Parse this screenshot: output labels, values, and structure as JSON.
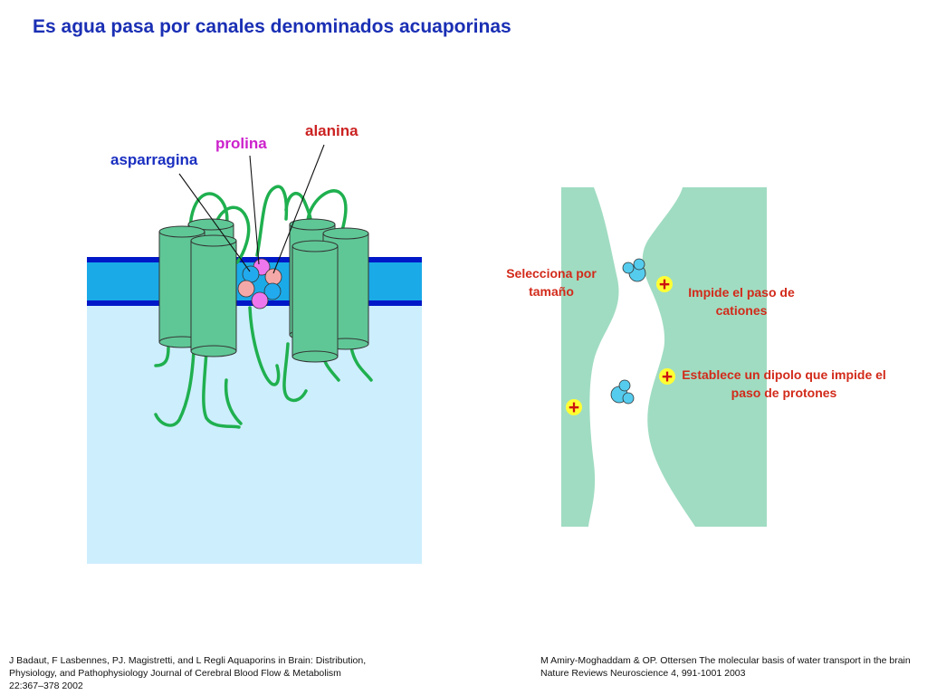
{
  "title": "Es agua pasa por canales denominados acuaporinas",
  "labels": {
    "asparragina": "asparragina",
    "prolina": "prolina",
    "alanina": "alanina"
  },
  "channel_notes": {
    "size": "Selecciona por tamaño",
    "cations": "Impide el paso de cationes",
    "dipole": "Establece un dipolo que impide el paso de protones"
  },
  "plus_sign": "+",
  "references": {
    "left": "J Badaut, F Lasbennes, PJ. Magistretti, and L Regli Aquaporins in Brain: Distribution, Physiology, and Pathophysiology Journal of Cerebral Blood Flow & Metabolism 22:367–378 2002",
    "right": "M Amiry-Moghaddam & OP. Ottersen The molecular basis of water transport in the brain Nature Reviews Neuroscience 4, 991-1001 2003"
  },
  "colors": {
    "title": "#1a2fb4",
    "membrane": "#1aaae8",
    "membrane_edge": "#0018c8",
    "cytoplasm": "#cdeefd",
    "cylinder": "#5fc796",
    "loop": "#1fb04f",
    "channel_wall": "#a0dcc2",
    "asparragina": "#1a2fc0",
    "prolina": "#cc22cc",
    "alanina": "#cc2222",
    "note_text": "#d22a1a",
    "plus_fill": "#ffff33",
    "water": "#55ccee"
  },
  "icons": {
    "water_molecule": "water-molecule-icon",
    "positive_charge": "plus-charge-icon"
  }
}
